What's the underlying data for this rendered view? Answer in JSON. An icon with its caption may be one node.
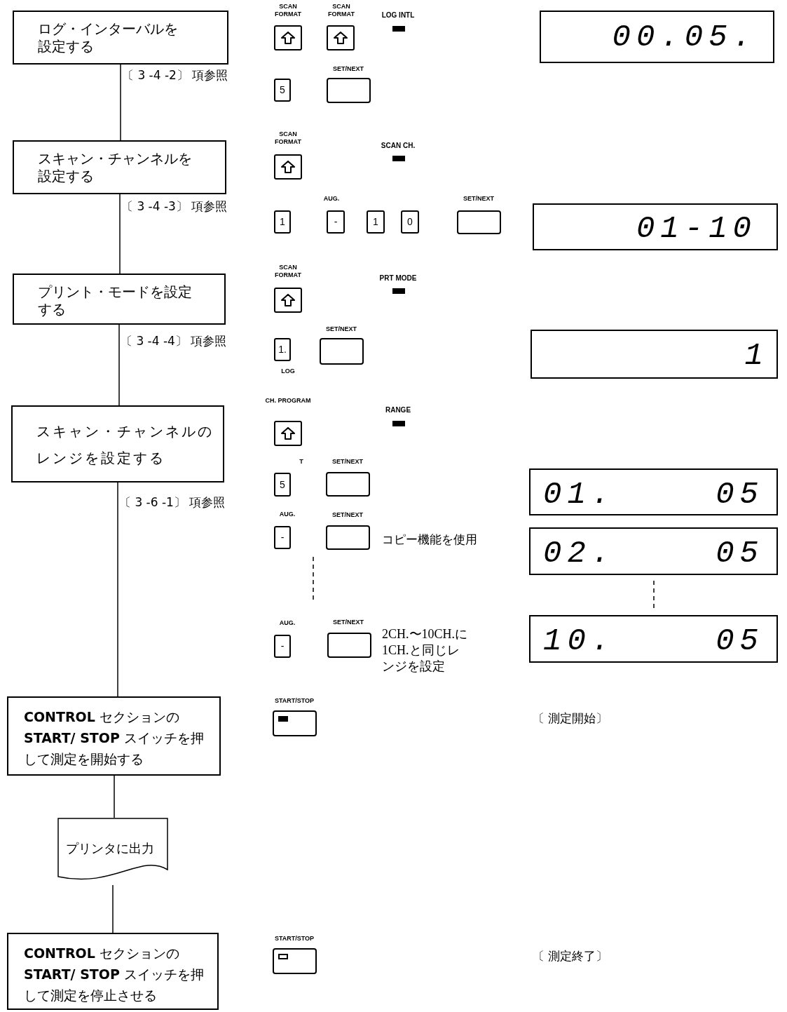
{
  "diagram": {
    "nodes": [
      {
        "text": [
          "ログ・インターバルを設定する"
        ]
      },
      {
        "text": [
          "スキャン・チャンネルを設定する"
        ]
      },
      {
        "text": [
          "プリント・モードを設定する"
        ]
      },
      {
        "text": [
          "スキャン・チャンネルのレンジを設定する"
        ]
      },
      {
        "text": [
          "**CONTROL** セクションの**START/ STOP** スイッチを押して測定を開始する"
        ]
      },
      {
        "text": [
          "プリンタに出力"
        ]
      },
      {
        "text": [
          "**CONTROL** セクションの**START/ STOP** スイッチを押して測定を停止させる"
        ]
      }
    ],
    "edges": [
      {
        "from": 0,
        "to": 1,
        "arrow": "none",
        "label": "〔 3 -4 -2〕 項参照"
      },
      {
        "from": 1,
        "to": 2,
        "arrow": "none",
        "label": "〔 3 -4 -3〕 項参照"
      },
      {
        "from": 2,
        "to": 3,
        "arrow": "none",
        "label": "〔 3 -4 -4〕 項参照"
      },
      {
        "from": 3,
        "to": 4,
        "arrow": "none",
        "label": "〔 3 -6 -1〕 項参照"
      },
      {
        "from": 4,
        "to": 5,
        "arrow": "none"
      },
      {
        "from": 5,
        "to": 6,
        "arrow": "none"
      }
    ],
    "labels": [
      "SCAN FORMAT",
      "SCAN FORMAT",
      "LOG INTL",
      "00.05.",
      "5",
      "SET/NEXT",
      "SCAN FORMAT",
      "SCAN CH.",
      "1",
      "AUG.",
      "-",
      "1",
      "0",
      "SET/NEXT",
      "01-10",
      "SCAN FORMAT",
      "PRT MODE",
      "SET/NEXT",
      "1.",
      "1",
      "LOG",
      "CH. PROGRAM",
      "RANGE",
      "T",
      "SET/NEXT",
      "5",
      "01.",
      "05",
      "AUG.",
      "SET/NEXT",
      "-",
      "コピー機能を使用",
      "02.",
      "05",
      "AUG.",
      "SET/NEXT",
      "-",
      "2CH.〜10CH.に1CH.と同じレンジを設定",
      "10.",
      "05",
      "START/STOP",
      "〔 測定開始〕",
      "START/STOP",
      "〔 測定終了〕"
    ]
  }
}
